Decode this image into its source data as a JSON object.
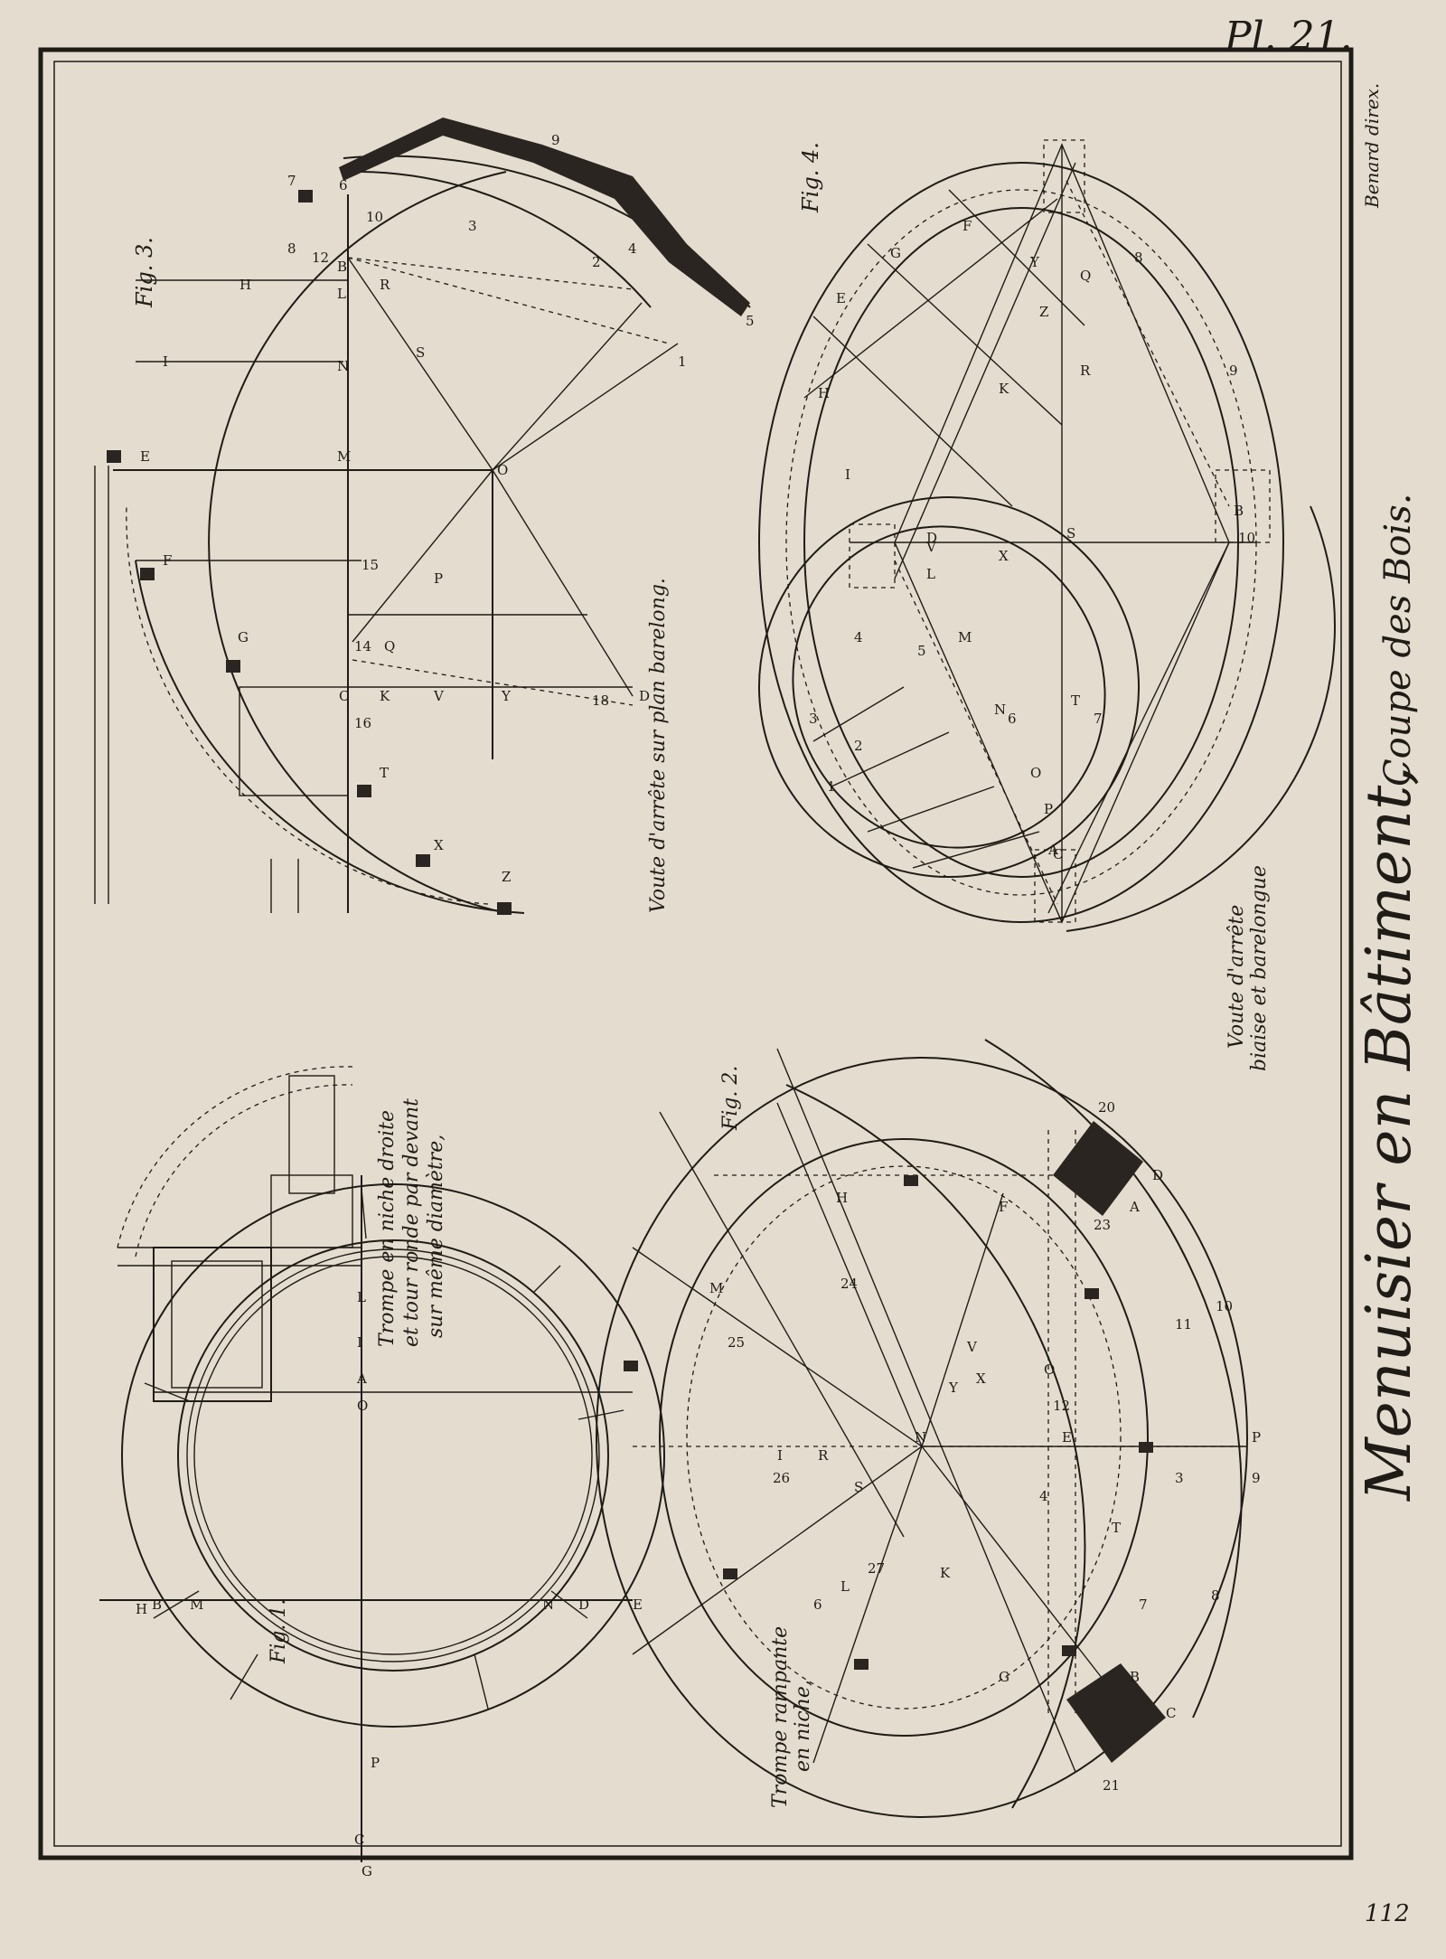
{
  "plate": {
    "number": "Pl. 21.",
    "engraver": "Benard direx.",
    "page_number": "112",
    "title_main": "Menuisier en Bâtiment,",
    "title_sub": "Coupe des Bois."
  },
  "figures": {
    "fig1": {
      "label": "Fig. 1.",
      "caption_1": "Trompe en niche droite",
      "caption_2": "et tour ronde par devant",
      "caption_3": "sur même diamètre,",
      "letters": [
        "H",
        "B",
        "M",
        "N",
        "D",
        "E",
        "G",
        "C",
        "P",
        "O",
        "A",
        "I",
        "L"
      ]
    },
    "fig2": {
      "label": "Fig. 2.",
      "caption_1": "Trompe rampante",
      "caption_2": "en niche,",
      "letters": [
        "H",
        "M",
        "N",
        "P",
        "E",
        "O",
        "T",
        "K",
        "L",
        "G",
        "B",
        "C",
        "A",
        "D",
        "F",
        "I",
        "R",
        "S",
        "V",
        "X",
        "Y"
      ],
      "numbers": [
        "20",
        "21",
        "23",
        "24",
        "25",
        "26",
        "27",
        "10",
        "11",
        "12",
        "3",
        "4",
        "6",
        "7",
        "8",
        "9"
      ]
    },
    "fig3": {
      "label": "Fig. 3.",
      "caption": "Voute d'arrête sur plan barelong.",
      "letters": [
        "E",
        "F",
        "G",
        "C",
        "T",
        "X",
        "Z",
        "H",
        "I",
        "L",
        "B",
        "R",
        "S",
        "N",
        "M",
        "O",
        "P",
        "Q",
        "K",
        "V",
        "Y",
        "D"
      ],
      "numbers": [
        "1",
        "2",
        "3",
        "4",
        "5",
        "6",
        "7",
        "8",
        "9",
        "10",
        "12",
        "14",
        "15",
        "16",
        "18"
      ]
    },
    "fig4": {
      "label": "Fig. 4.",
      "caption_1": "Voute d'arrête",
      "caption_2": "biaise et barelongue",
      "letters": [
        "A",
        "B",
        "C",
        "D",
        "E",
        "F",
        "G",
        "H",
        "I",
        "K",
        "L",
        "M",
        "N",
        "O",
        "P",
        "Q",
        "R",
        "S",
        "T",
        "V",
        "X",
        "Y",
        "Z"
      ],
      "numbers": [
        "1",
        "2",
        "3",
        "4",
        "5",
        "6",
        "7",
        "8",
        "9",
        "10"
      ]
    }
  }
}
